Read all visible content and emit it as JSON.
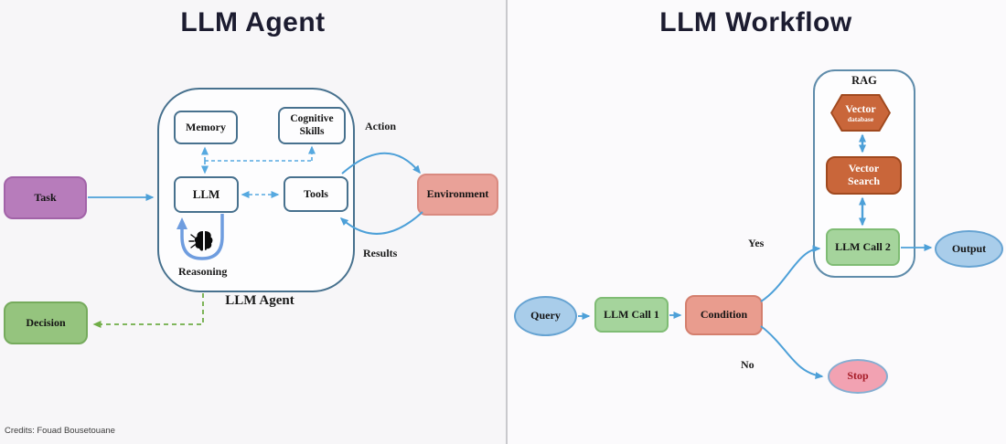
{
  "credits": "Credits: Fouad Bousetouane",
  "left": {
    "title": "LLM Agent",
    "container_label": "LLM Agent",
    "nodes": {
      "task": "Task",
      "memory": "Memory",
      "cognitive_skills": "Cognitive Skills",
      "llm": "LLM",
      "tools": "Tools",
      "environment": "Environment",
      "decision": "Decision"
    },
    "labels": {
      "action": "Action",
      "results": "Results",
      "reasoning": "Reasoning"
    }
  },
  "right": {
    "title": "LLM Workflow",
    "rag_label": "RAG",
    "nodes": {
      "query": "Query",
      "llm_call_1": "LLM Call 1",
      "condition": "Condition",
      "vector_database_line1": "Vector",
      "vector_database_line2": "database",
      "vector_search": "Vector Search",
      "llm_call_2": "LLM Call 2",
      "output": "Output",
      "stop": "Stop"
    },
    "labels": {
      "yes": "Yes",
      "no": "No"
    }
  },
  "colors": {
    "arrow_blue": "#4da0d8",
    "dashed_blue": "#56a9e0",
    "loop_blue": "#6f9ddf",
    "dashed_green": "#70ad47",
    "container_border": "#47718e",
    "rag_border": "#5f8cab",
    "task_fill": "#b77cbb",
    "environment_fill": "#e9a198",
    "decision_fill": "#95c47e",
    "llm_call_fill": "#a5d49c",
    "condition_fill": "#e99c8e",
    "query_output_fill": "#a9cdea",
    "stop_fill": "#f2a2b2",
    "vector_fill": "#c9663a",
    "stop_text": "#a61c28"
  }
}
